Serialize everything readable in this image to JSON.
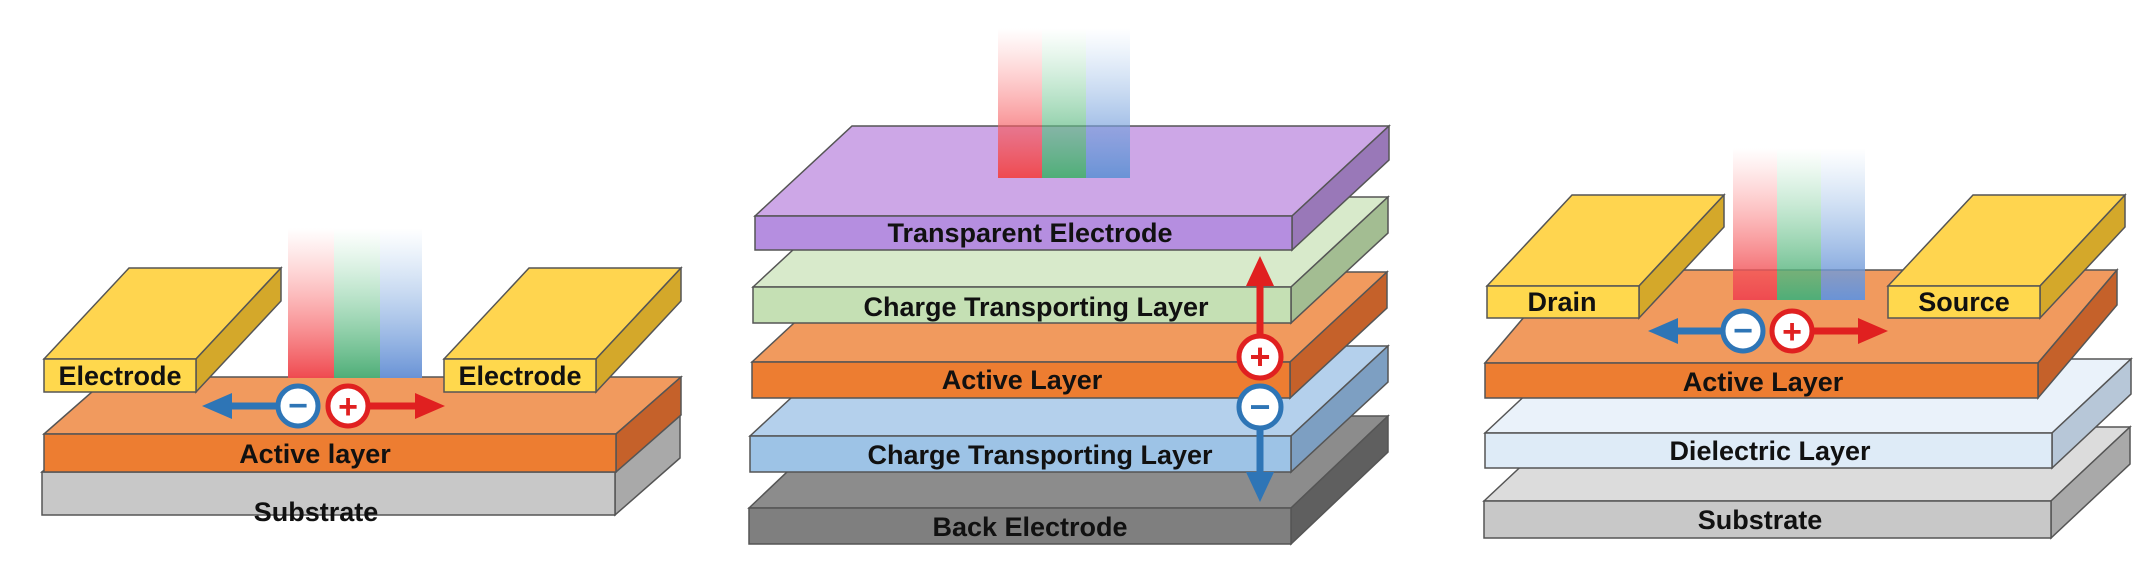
{
  "panels": [
    {
      "id": "lateral-photodetector",
      "layers": [
        {
          "label": "Substrate",
          "front": "#c8c8c8",
          "top": "#dcdcdc",
          "side": "#a9a9a9"
        },
        {
          "label": "Active layer",
          "front": "#ed7d31",
          "top": "#f19a5e",
          "side": "#c5612a"
        }
      ],
      "electrodes": [
        {
          "label": "Electrode",
          "front": "#ffd84d",
          "top": "#ffd54f",
          "side": "#d4a82a"
        },
        {
          "label": "Electrode",
          "front": "#ffd84d",
          "top": "#ffd54f",
          "side": "#d4a82a"
        }
      ],
      "carriers": [
        {
          "sign": "minus",
          "symbol": "−",
          "color": "#2e75b6"
        },
        {
          "sign": "plus",
          "symbol": "+",
          "color": "#e02020"
        }
      ]
    },
    {
      "id": "vertical-photodiode",
      "layers": [
        {
          "label": "Back Electrode",
          "front": "#7f7f7f",
          "top": "#8c8c8c",
          "side": "#5f5f5f"
        },
        {
          "label": "Charge Transporting Layer",
          "front": "#9dc3e6",
          "top": "#b4d0ec",
          "side": "#7d9fc2"
        },
        {
          "label": "Active Layer",
          "front": "#ed7d31",
          "top": "#f19a5e",
          "side": "#c5612a"
        },
        {
          "label": "Charge Transporting Layer",
          "front": "#c5e0b4",
          "top": "#d8eacb",
          "side": "#a3bd92"
        },
        {
          "label": "Transparent Electrode",
          "front": "#b58ee0",
          "top": "#cda7e7",
          "side": "#9978b8"
        }
      ],
      "carriers": [
        {
          "sign": "plus",
          "symbol": "+",
          "color": "#e02020"
        },
        {
          "sign": "minus",
          "symbol": "−",
          "color": "#2e75b6"
        }
      ]
    },
    {
      "id": "phototransistor",
      "layers": [
        {
          "label": "Substrate",
          "front": "#c8c8c8",
          "top": "#dcdcdc",
          "side": "#a9a9a9"
        },
        {
          "label": "Dielectric Layer",
          "front": "#deebf7",
          "top": "#eaf2fa",
          "side": "#b7c7d8"
        },
        {
          "label": "Active Layer",
          "front": "#ed7d31",
          "top": "#f19a5e",
          "side": "#c5612a"
        }
      ],
      "electrodes": [
        {
          "label": "Drain",
          "front": "#ffd84d",
          "top": "#ffd54f",
          "side": "#d4a82a"
        },
        {
          "label": "Source",
          "front": "#ffd84d",
          "top": "#ffd54f",
          "side": "#d4a82a"
        }
      ],
      "carriers": [
        {
          "sign": "minus",
          "symbol": "−",
          "color": "#2e75b6"
        },
        {
          "sign": "plus",
          "symbol": "+",
          "color": "#e02020"
        }
      ]
    }
  ],
  "light": {
    "colors": [
      "#ff8080",
      "#7fd39b",
      "#8fb9e6"
    ]
  }
}
